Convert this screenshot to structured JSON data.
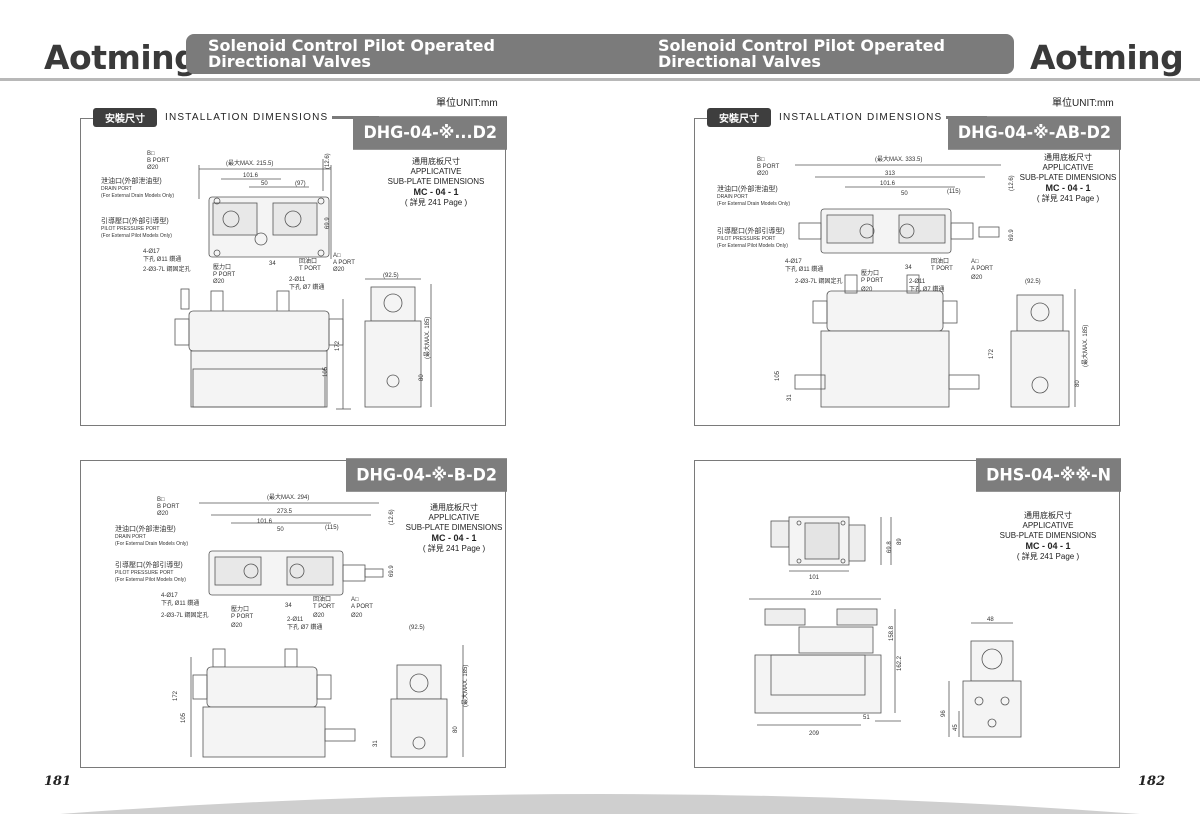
{
  "header": {
    "brand_left": "Aotming",
    "brand_right": "Aotming",
    "title_left_line1": "Solenoid Control Pilot Operated",
    "title_left_line2": "Directional Valves",
    "title_right_line1": "Solenoid Control Pilot Operated",
    "title_right_line2": "Directional Valves"
  },
  "unit_left": "單位UNIT:mm",
  "unit_right": "單位UNIT:mm",
  "tag_label": "安裝尺寸",
  "tag_text": "INSTALLATION DIMENSIONS",
  "subplate": {
    "l1": "通用底板尺寸",
    "l2": "APPLICATIVE",
    "l3": "SUB-PLATE DIMENSIONS",
    "l4": "MC - 04 - 1",
    "l5": "( 詳見 241 Page )"
  },
  "panels": {
    "p1": {
      "model": "DHG-04-※...D2"
    },
    "p2": {
      "model": "DHG-04-※-AB-D2"
    },
    "p3": {
      "model": "DHG-04-※-B-D2"
    },
    "p4": {
      "model": "DHS-04-※※-N"
    }
  },
  "labels": {
    "b_port": "B□",
    "b_port_en": "B PORT",
    "phi20": "Ø20",
    "drain_cn": "泄油口(外部泄油型)",
    "drain_en": "DRAIN PORT",
    "drain_note": "(For External Drain Models Only)",
    "pilot_cn": "引導壓口(外部引導型)",
    "pilot_en": "PILOT PRESSURE PORT",
    "pilot_note": "(For External Pilot Models Only)",
    "hole17": "4-Ø17",
    "hole11": "下孔 Ø11 鑽通",
    "pin": "2-Ø3-7L 鋼固定孔",
    "p_port_cn": "壓力口",
    "p_port_en": "P PORT",
    "t_port_cn": "回油口",
    "t_port_en": "T PORT",
    "a_port_cn": "A□",
    "a_port_en": "A PORT",
    "hole2_11": "2-Ø11",
    "hole7": "下孔 Ø7 鑽通",
    "max_215": "(最大MAX. 215.5)",
    "max_333": "(最大MAX. 333.5)",
    "max_294": "(最大MAX. 294)",
    "max_185": "(最大MAX. 185)",
    "d1016": "101.6",
    "d50": "50",
    "d97": "(97)",
    "d115": "(115)",
    "d313": "313",
    "d2735": "273.5",
    "d126": "(12.6)",
    "d699": "69.9",
    "d34": "34",
    "d925": "(92.5)",
    "d172": "172",
    "d105": "105",
    "d80": "80",
    "d31": "31",
    "d210": "210",
    "d209": "209",
    "d51": "51",
    "d101": "101",
    "d698": "69.8",
    "d89": "89",
    "d1622": "162.2",
    "d48": "48",
    "d96": "96",
    "d45": "45",
    "d158": "158.8"
  },
  "pages": {
    "left": "181",
    "right": "182"
  }
}
